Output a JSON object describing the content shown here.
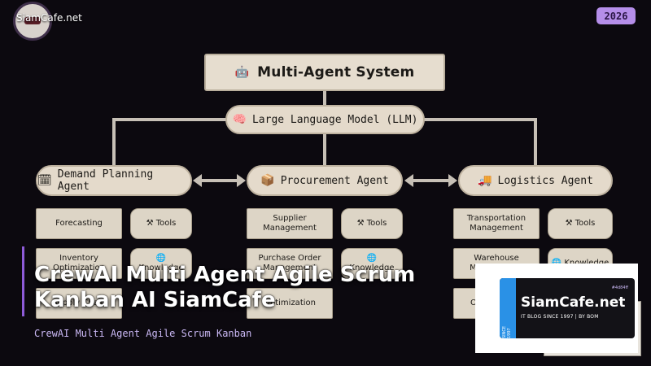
{
  "corner": {
    "site": "SiamCafe.net",
    "year": "2026"
  },
  "diagram": {
    "top": {
      "icon": "robot-icon",
      "glyph": "🤖",
      "label": "Multi-Agent System"
    },
    "llm": {
      "icon": "brain-icon",
      "glyph": "🧠",
      "label": "Large Language Model (LLM)"
    },
    "agents": [
      {
        "glyph": "🗓",
        "icon": "calendar-icon",
        "label": "Demand Planning Agent"
      },
      {
        "glyph": "📦",
        "icon": "package-icon",
        "label": "Procurement Agent"
      },
      {
        "glyph": "🚚",
        "icon": "truck-icon",
        "label": "Logistics Agent"
      }
    ],
    "demand_items": [
      "Forecasting",
      "Inventory Optimization",
      "Supply Chain"
    ],
    "procurement_items": [
      "Supplier Management",
      "Purchase Order Management",
      "Optimization"
    ],
    "logistics_items": [
      "Transportation Management",
      "Warehouse Management",
      "Optimization"
    ],
    "tools_label": "⚒ Tools",
    "knowledge_label": "🌐 Knowledge"
  },
  "overlay": {
    "title": "CrewAI Multi Agent Agile Scrum Kanban AI SiamCafe",
    "subtitle": "CrewAI Multi Agent Agile Scrum Kanban"
  },
  "card": {
    "tag": "#4d84ff",
    "name": "SiamCafe.net",
    "tagline": "IT BLOG SINCE 1997 | BY BOM",
    "stripe": "SINCE 1997"
  },
  "colors": {
    "background": "#0c090f",
    "box": "#e4dacb",
    "connector": "#c7c0b6",
    "accent": "#8e5bd8"
  }
}
